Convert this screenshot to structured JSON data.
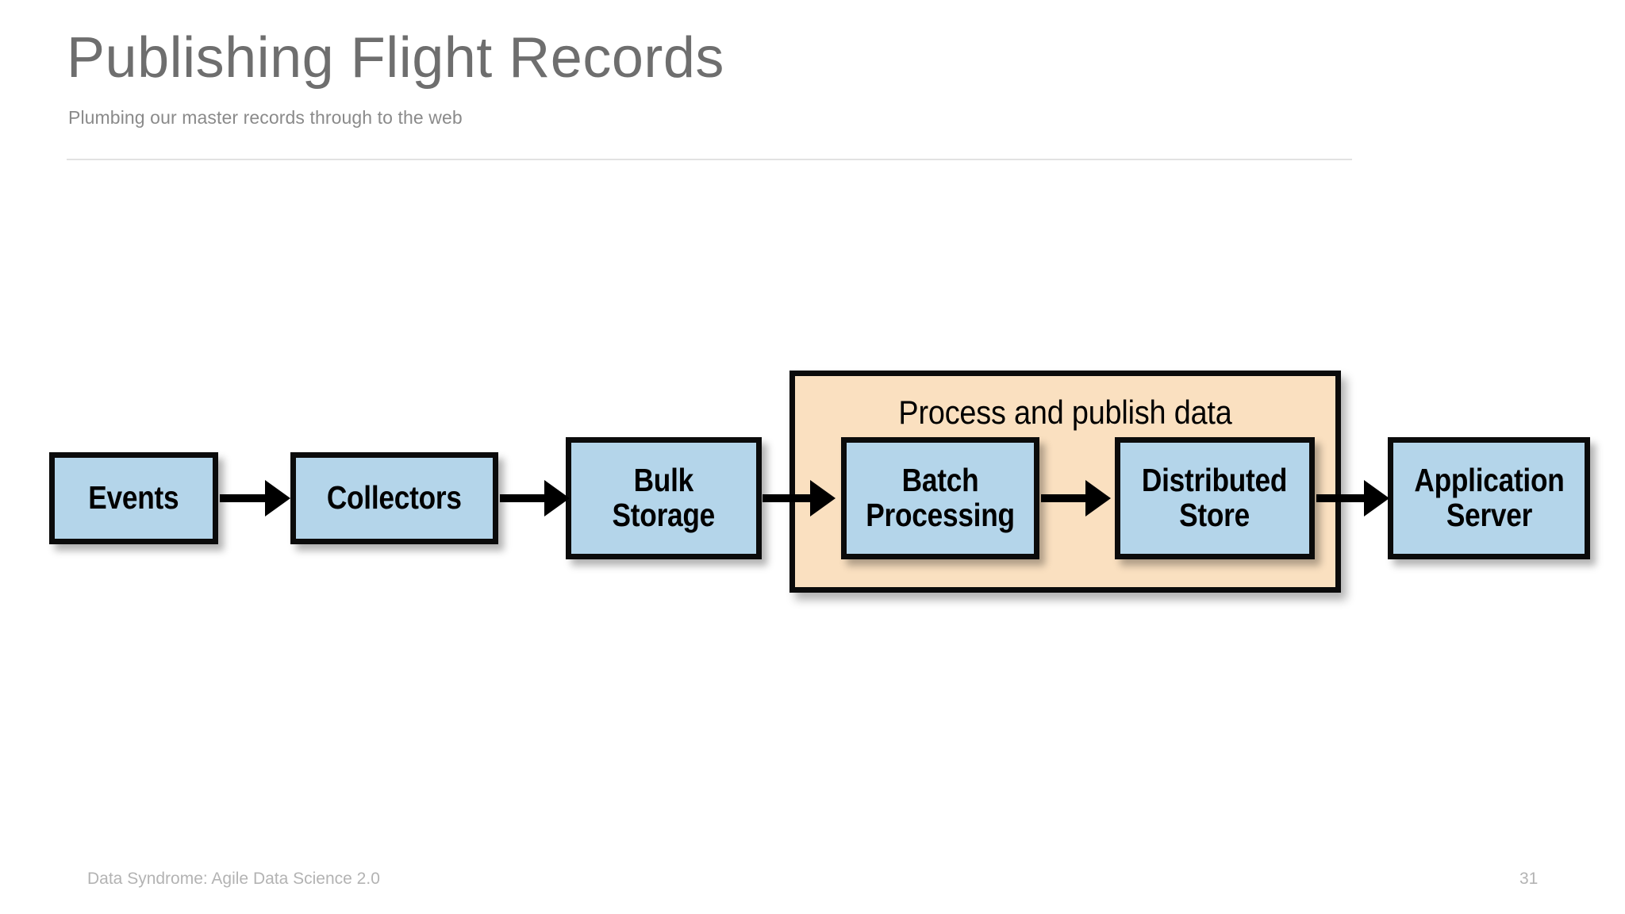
{
  "slide": {
    "title": "Publishing Flight Records",
    "subtitle": "Plumbing our master records through to the web",
    "footer_text": "Data Syndrome: Agile Data Science 2.0",
    "page_number": "31"
  },
  "colors": {
    "node_fill": "#b4d5ea",
    "node_border": "#0b0b0b",
    "group_fill": "#fae0c0",
    "title_text": "#6e6e6e",
    "subtitle_text": "#8a8a8a",
    "footer_text": "#b3b3b3",
    "rule": "#e2e2e2",
    "arrow": "#000000"
  },
  "diagram": {
    "type": "flow-pipeline",
    "group": {
      "label": "Process and publish data"
    },
    "nodes": [
      {
        "id": "events",
        "label": "Events",
        "in_group": false
      },
      {
        "id": "collectors",
        "label": "Collectors",
        "in_group": false
      },
      {
        "id": "bulk-storage",
        "label": "Bulk\nStorage",
        "in_group": false
      },
      {
        "id": "batch",
        "label": "Batch\nProcessing",
        "in_group": true
      },
      {
        "id": "dist-store",
        "label": "Distributed\nStore",
        "in_group": true
      },
      {
        "id": "app-server",
        "label": "Application\nServer",
        "in_group": false
      }
    ],
    "edges": [
      {
        "from": "events",
        "to": "collectors"
      },
      {
        "from": "collectors",
        "to": "bulk-storage"
      },
      {
        "from": "bulk-storage",
        "to": "batch"
      },
      {
        "from": "batch",
        "to": "dist-store"
      },
      {
        "from": "dist-store",
        "to": "app-server"
      }
    ]
  }
}
